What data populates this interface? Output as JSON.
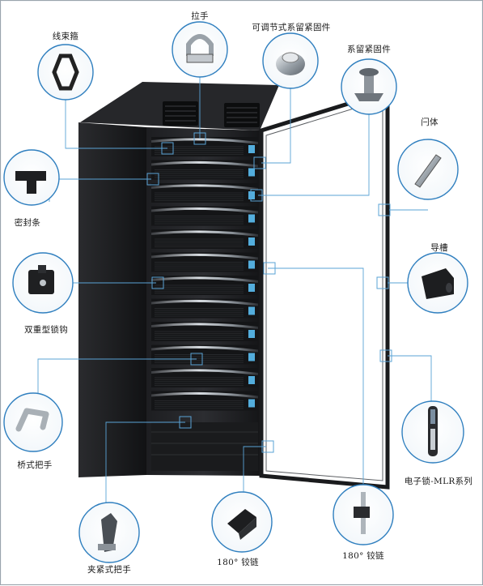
{
  "callouts": [
    {
      "key": "cable_cage",
      "label": "线束箍",
      "icon": "cable-cage-icon"
    },
    {
      "key": "pull_handle",
      "label": "拉手",
      "icon": "pull-handle-icon"
    },
    {
      "key": "adjustable_fastener",
      "label": "可调节式系留紧固件",
      "icon": "adjustable-fastener-icon"
    },
    {
      "key": "captive_fastener",
      "label": "系留紧固件",
      "icon": "captive-fastener-icon"
    },
    {
      "key": "latch",
      "label": "闩体",
      "icon": "latch-icon"
    },
    {
      "key": "seal_strip",
      "label": "密封条",
      "icon": "seal-strip-icon"
    },
    {
      "key": "guide_rail",
      "label": "导槽",
      "icon": "guide-rail-icon"
    },
    {
      "key": "dual_latch",
      "label": "双重型锁钩",
      "icon": "dual-latch-icon"
    },
    {
      "key": "bridge_handle",
      "label": "桥式把手",
      "icon": "bridge-handle-icon"
    },
    {
      "key": "electronic_lock",
      "label": "电子锁-MLR系列",
      "icon": "electronic-lock-icon"
    },
    {
      "key": "clamp_handle",
      "label": "夹紧式把手",
      "icon": "clamp-handle-icon"
    },
    {
      "key": "hinge_left",
      "label": "180° 铰链",
      "icon": "hinge-icon"
    },
    {
      "key": "hinge_right",
      "label": "180° 铰链",
      "icon": "hinge-icon"
    }
  ],
  "colors": {
    "leader": "#5aa3d6",
    "ring": "#2f7fbf",
    "rack": "#1b1c1e",
    "server_led": "#5ec8ff"
  }
}
